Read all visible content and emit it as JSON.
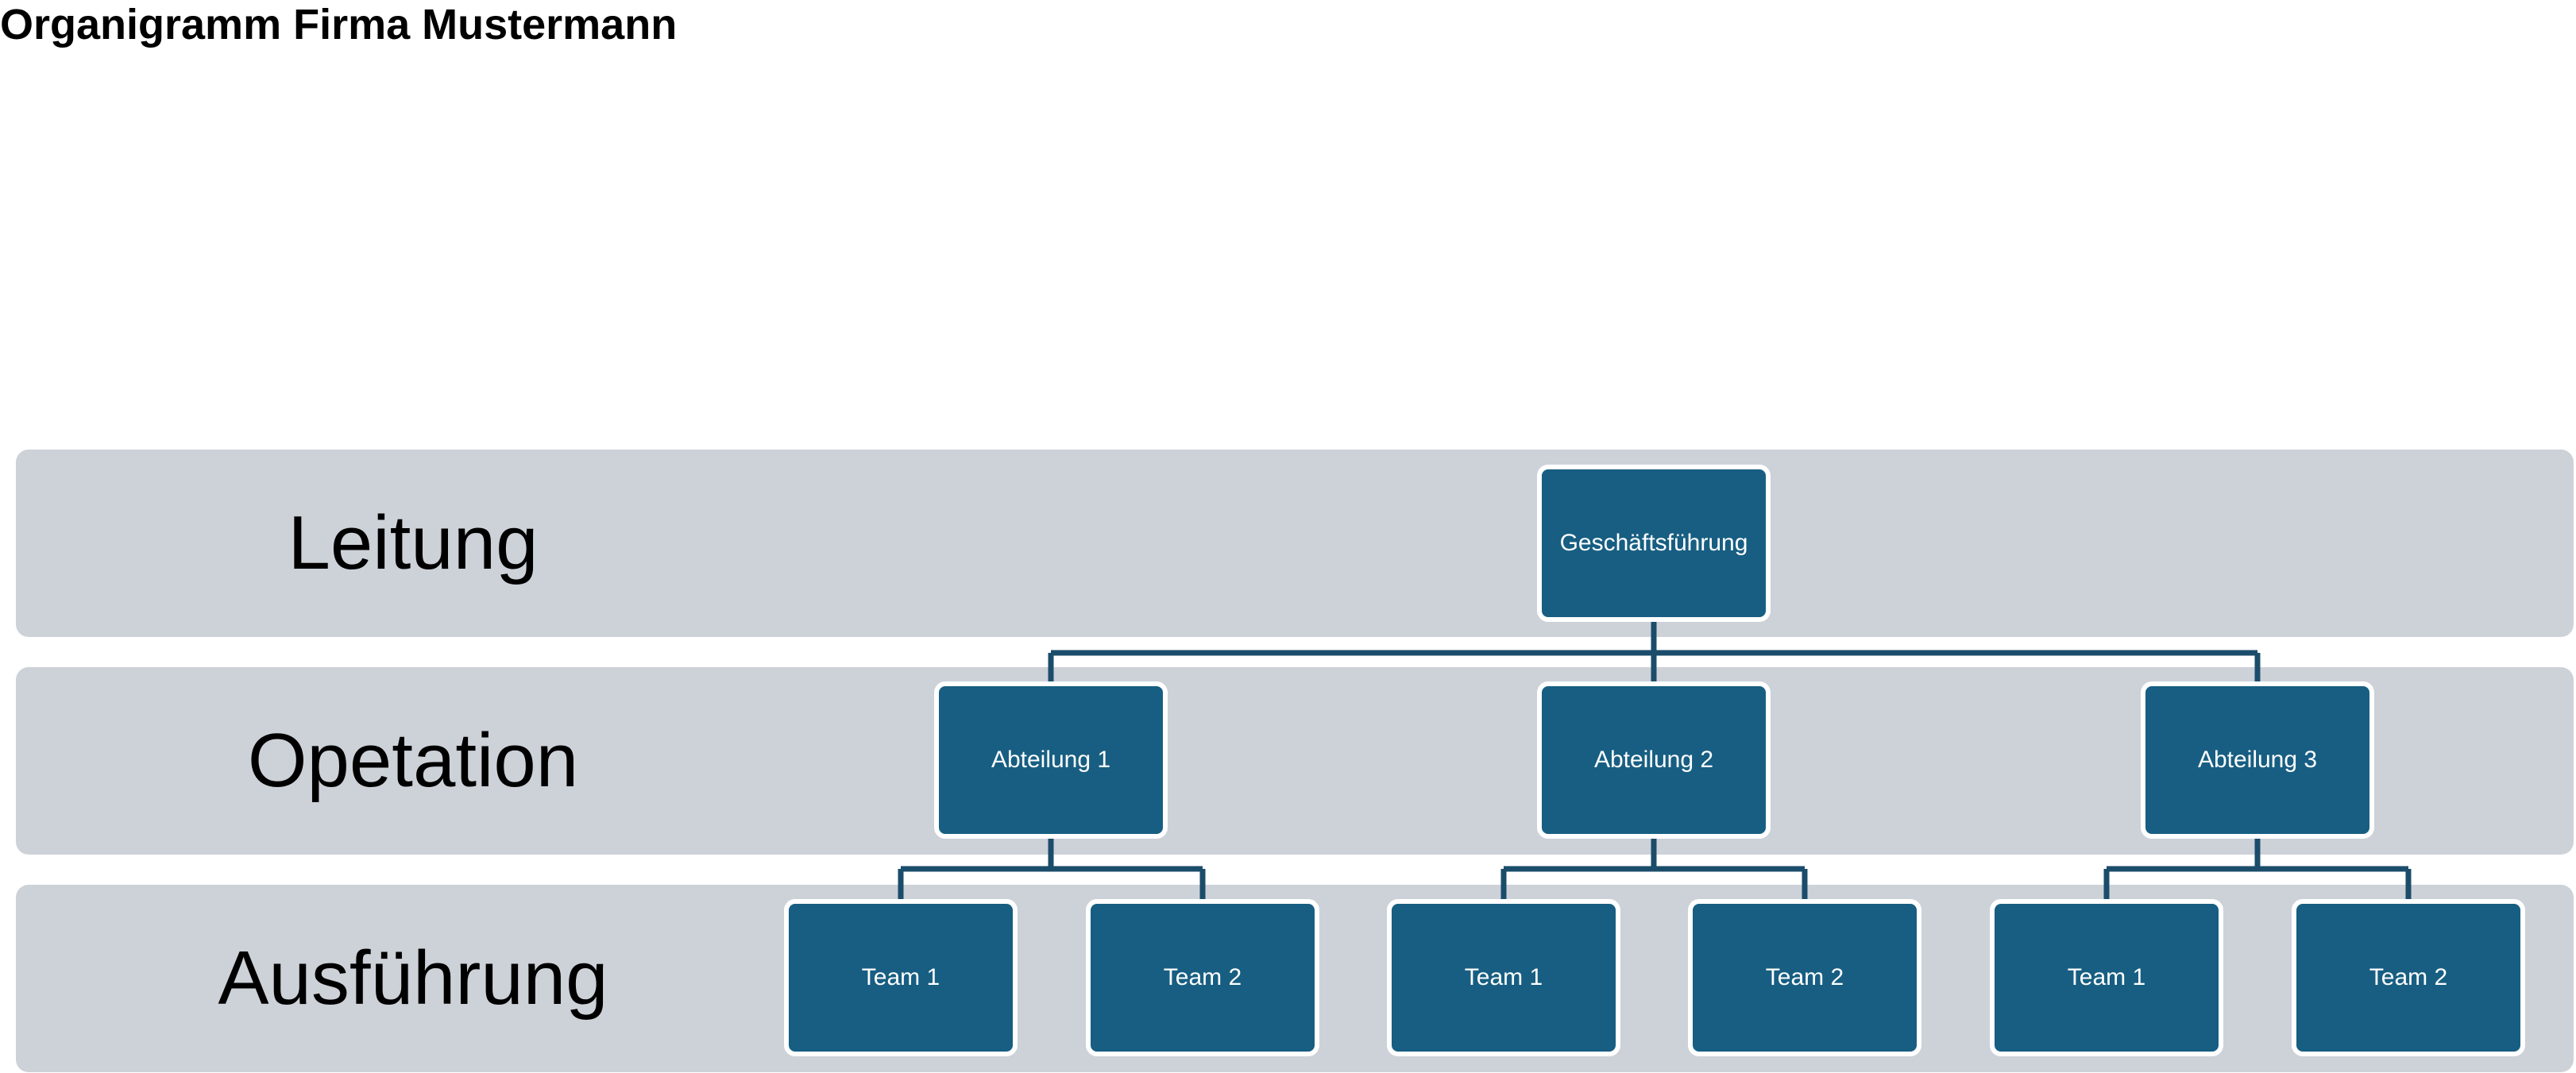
{
  "title": "Organigramm Firma Mustermann",
  "colors": {
    "band": "#cdd1d8",
    "node_fill": "#175e82",
    "node_border": "#ffffff",
    "connector": "#1b4d6b"
  },
  "levels": [
    {
      "label": "Leitung"
    },
    {
      "label": "Opetation"
    },
    {
      "label": "Ausführung"
    }
  ],
  "org": {
    "label": "Geschäftsführung",
    "children": [
      {
        "label": "Abteilung 1",
        "children": [
          {
            "label": "Team 1"
          },
          {
            "label": "Team 2"
          }
        ]
      },
      {
        "label": "Abteilung 2",
        "children": [
          {
            "label": "Team 1"
          },
          {
            "label": "Team 2"
          }
        ]
      },
      {
        "label": "Abteilung 3",
        "children": [
          {
            "label": "Team 1"
          },
          {
            "label": "Team 2"
          }
        ]
      }
    ]
  }
}
